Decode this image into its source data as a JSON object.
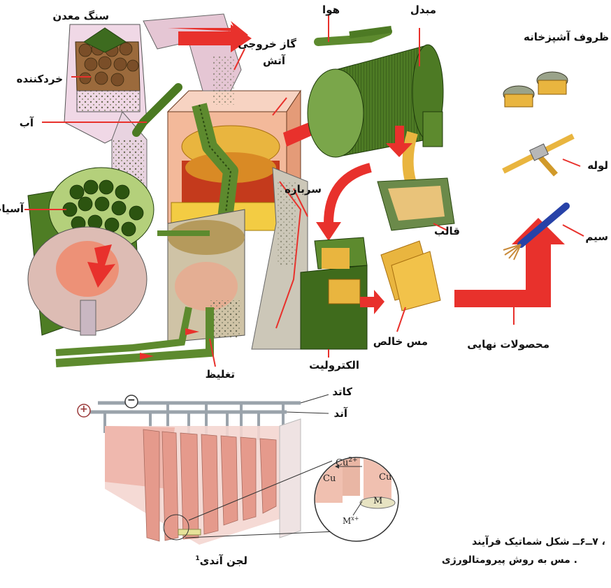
{
  "process_labels": {
    "ore": "سنگ معدن",
    "crusher": "خردکننده",
    "water": "آب",
    "mill": "آسیاب",
    "exhaust_gas": "گاز خروجی",
    "fire": "آتش",
    "air": "هوا",
    "converter": "مبدل",
    "slag": "سرباره",
    "concentration": "تغلیظ",
    "mold": "قالب",
    "electrolyte": "الکترولیت",
    "pure_copper": "مس خالص",
    "final_products": "محصولات نهایی",
    "cookware": "ظروف آشپزخانه",
    "pipe": "لوله",
    "wire": "سیم"
  },
  "electrolysis": {
    "cathode": "کاتد",
    "anode": "آند",
    "anode_mud": "لجن آندی",
    "footnote_mark": "1",
    "plus_sign": "+",
    "minus_sign": "−",
    "inset_cu_left": "Cu",
    "inset_cu_ion": "Cu",
    "inset_cu_ion_sup": "2+",
    "inset_cu_right": "Cu",
    "inset_m": "M",
    "inset_mx": "M",
    "inset_mx_sup": "x+"
  },
  "caption": {
    "line1": "، ۷ــ۶ــ شکل شماتیک فرآیند",
    "line2": ". مس به روش پیرومتالورژی"
  },
  "colors": {
    "green": "#5d8a2e",
    "dark_green": "#2f5a17",
    "red_arrow": "#e8312c",
    "pink": "#f2c9c9",
    "copper": "#e7a98f",
    "gold": "#e9b53f"
  }
}
